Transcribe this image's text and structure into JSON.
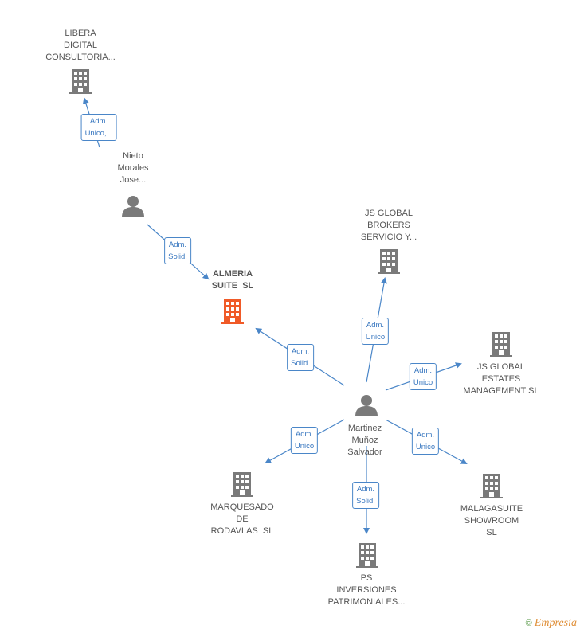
{
  "nodes": {
    "libera": {
      "label": "LIBERA\nDIGITAL\nCONSULTORIA...",
      "kind": "company"
    },
    "nieto": {
      "label": "Nieto\nMorales\nJose...",
      "kind": "person"
    },
    "almeria": {
      "label": "ALMERIA\nSUITE  SL",
      "kind": "company-focus"
    },
    "jsbrokers": {
      "label": "JS GLOBAL\nBROKERS\nSERVICIO Y...",
      "kind": "company"
    },
    "jsestates": {
      "label": "JS GLOBAL\nESTATES\nMANAGEMENT SL",
      "kind": "company"
    },
    "martinez": {
      "label": "Martinez\nMuñoz\nSalvador",
      "kind": "person"
    },
    "marquesado": {
      "label": "MARQUESADO\nDE\nRODAVLAS  SL",
      "kind": "company"
    },
    "malagasuite": {
      "label": "MALAGASUITE\nSHOWROOM\nSL",
      "kind": "company"
    },
    "ps": {
      "label": "PS\nINVERSIONES\nPATRIMONIALES...",
      "kind": "company"
    }
  },
  "edges": [
    {
      "id": "e1",
      "label": "Adm.\nUnico,..."
    },
    {
      "id": "e2",
      "label": "Adm.\nSolid."
    },
    {
      "id": "e3",
      "label": "Adm.\nSolid."
    },
    {
      "id": "e4",
      "label": "Adm.\nUnico"
    },
    {
      "id": "e5",
      "label": "Adm.\nUnico"
    },
    {
      "id": "e6",
      "label": "Adm.\nUnico"
    },
    {
      "id": "e7",
      "label": "Adm.\nUnico"
    },
    {
      "id": "e8",
      "label": "Adm.\nSolid."
    }
  ],
  "footer": {
    "copyright": "©",
    "brand": "Empresia"
  },
  "colors": {
    "company": "#7a7a7a",
    "focus": "#f05a28",
    "edge": "#4a86c8"
  }
}
